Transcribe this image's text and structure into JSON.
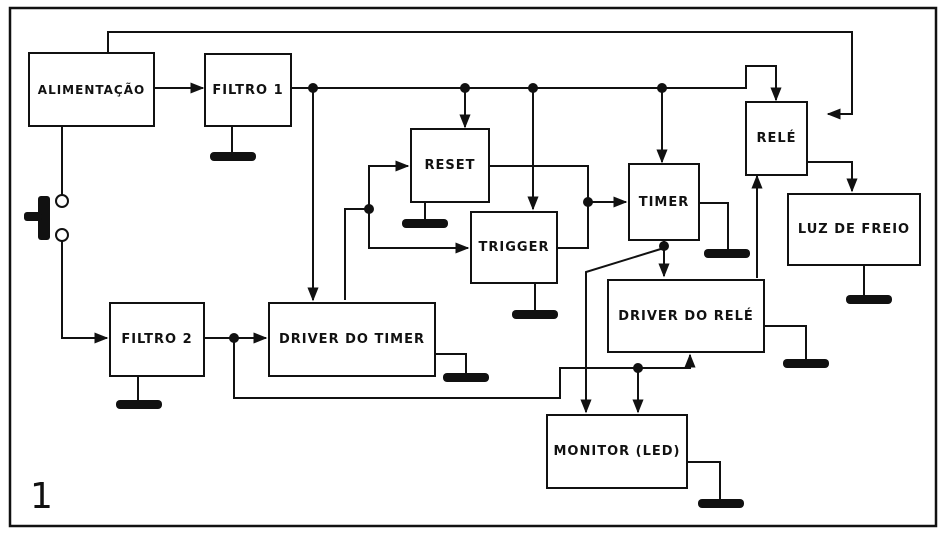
{
  "figure_number": "1",
  "blocks": {
    "alimentacao": "ALIMENTAÇÃO",
    "filtro1": "FILTRO 1",
    "filtro2": "FILTRO 2",
    "reset": "RESET",
    "trigger": "TRIGGER",
    "timer": "TIMER",
    "rele": "RELÉ",
    "luz_freio": "LUZ DE FREIO",
    "driver_timer": "DRIVER DO TIMER",
    "driver_rele": "DRIVER DO RELÉ",
    "monitor": "MONITOR (LED)"
  },
  "colors": {
    "line": "#111111",
    "background": "#ffffff"
  }
}
